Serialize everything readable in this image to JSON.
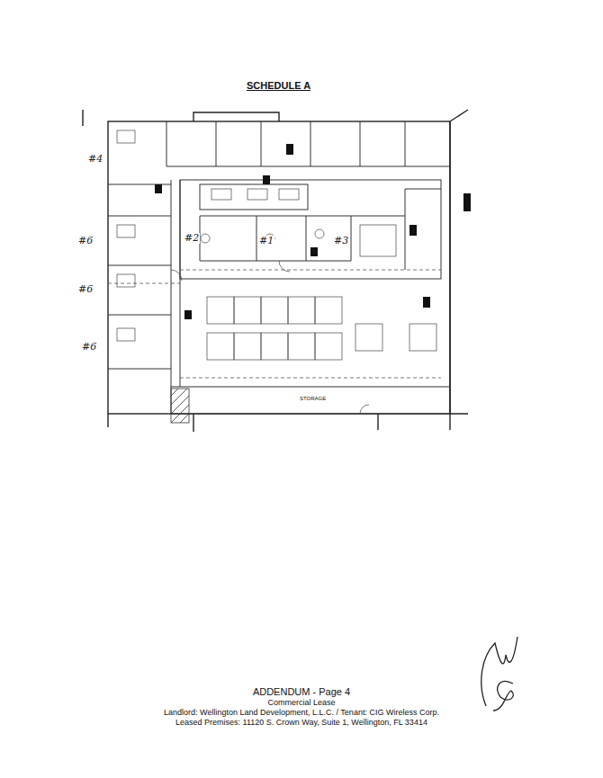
{
  "diagram": {
    "title": "SCHEDULE A",
    "labels": [
      "#4",
      "#6",
      "#6",
      "#6",
      "#2",
      "#1",
      "#3",
      "STORAGE",
      "ADDENDUM - Page 4",
      "Commercial Lease",
      "Landlord: Wellington Land Development, L.L.C. / Tenant: CIG Wireless Corp.",
      "Leased Premises: 11120 S. Crown Way, Suite 1, Wellington, FL 33414"
    ]
  }
}
